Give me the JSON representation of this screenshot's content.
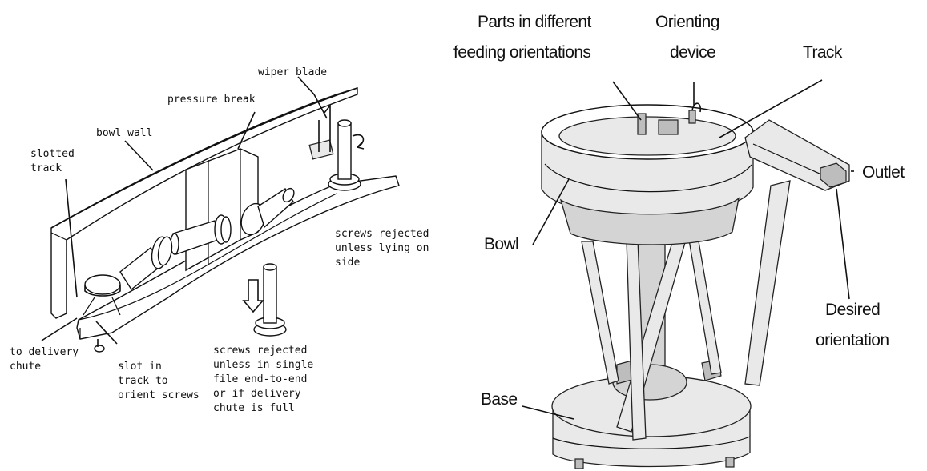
{
  "left_diagram": {
    "labels": {
      "wiper_blade": "wiper blade",
      "pressure_break": "pressure break",
      "bowl_wall": "bowl wall",
      "slotted_track_1": "slotted",
      "slotted_track_2": "track",
      "screws_rejected_side_1": "screws rejected",
      "screws_rejected_side_2": "unless lying on",
      "screws_rejected_side_3": "side",
      "to_delivery_1": "to delivery",
      "to_delivery_2": "chute",
      "slot_in_track_1": "slot in",
      "slot_in_track_2": "track to",
      "slot_in_track_3": "orient screws",
      "screws_rejected_file_1": "screws rejected",
      "screws_rejected_file_2": "unless in single",
      "screws_rejected_file_3": "file end-to-end",
      "screws_rejected_file_4": "or if delivery",
      "screws_rejected_file_5": "chute is full"
    }
  },
  "right_diagram": {
    "labels": {
      "parts_1": "Parts in different",
      "parts_2": "feeding orientations",
      "orienting_1": "Orienting",
      "orienting_2": "device",
      "track": "Track",
      "outlet": "Outlet",
      "bowl": "Bowl",
      "desired_1": "Desired",
      "desired_2": "orientation",
      "base": "Base"
    }
  }
}
